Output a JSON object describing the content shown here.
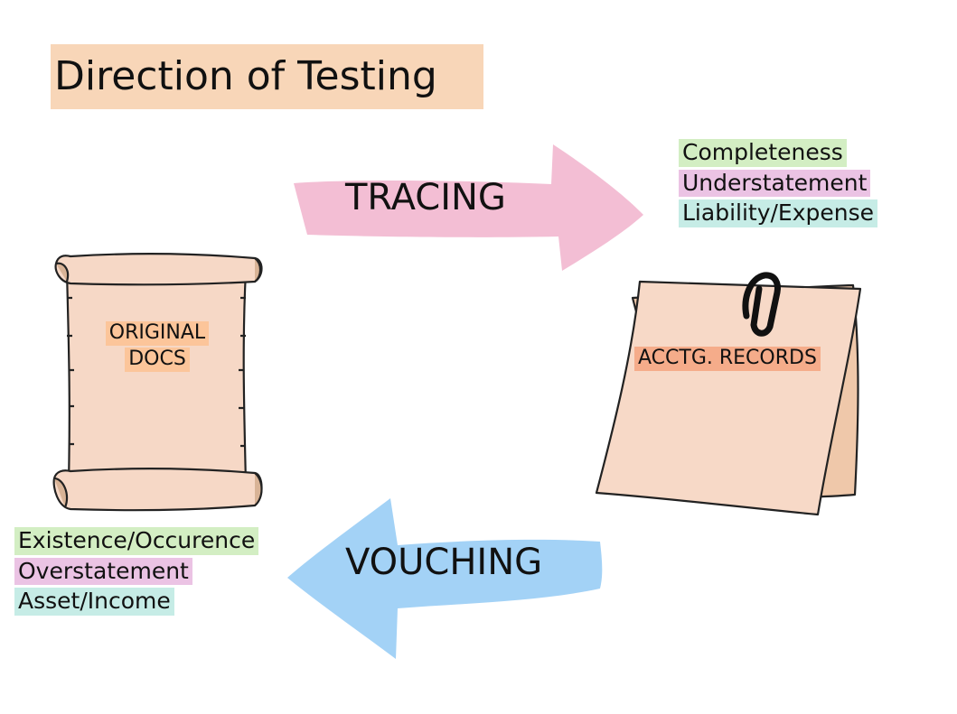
{
  "title": "Direction of Testing",
  "tracing": {
    "label": "TRACING",
    "assertions": [
      "Completeness",
      "Understatement",
      "Liability/Expense"
    ]
  },
  "vouching": {
    "label": "VOUCHING",
    "assertions": [
      "Existence/Occurence",
      "Overstatement",
      "Asset/Income"
    ]
  },
  "original_docs": {
    "line1": "ORIGINAL",
    "line2": "DOCS"
  },
  "accounting_records": {
    "label": "ACCTG. RECORDS"
  },
  "colors": {
    "title_bg": "#f8d6b8",
    "tracing_arrow": "#f2b8d0",
    "vouching_arrow": "#99cdf5",
    "green": "#d3eec3",
    "pink": "#ebc3e4",
    "teal": "#c6ece6",
    "scroll_fill": "#f6d8c6",
    "label_orange": "#fcc59a",
    "records_label": "#f5ac8a",
    "paper": "#f7d9c7",
    "paper_back": "#efc8aa",
    "clip": "#111111"
  }
}
